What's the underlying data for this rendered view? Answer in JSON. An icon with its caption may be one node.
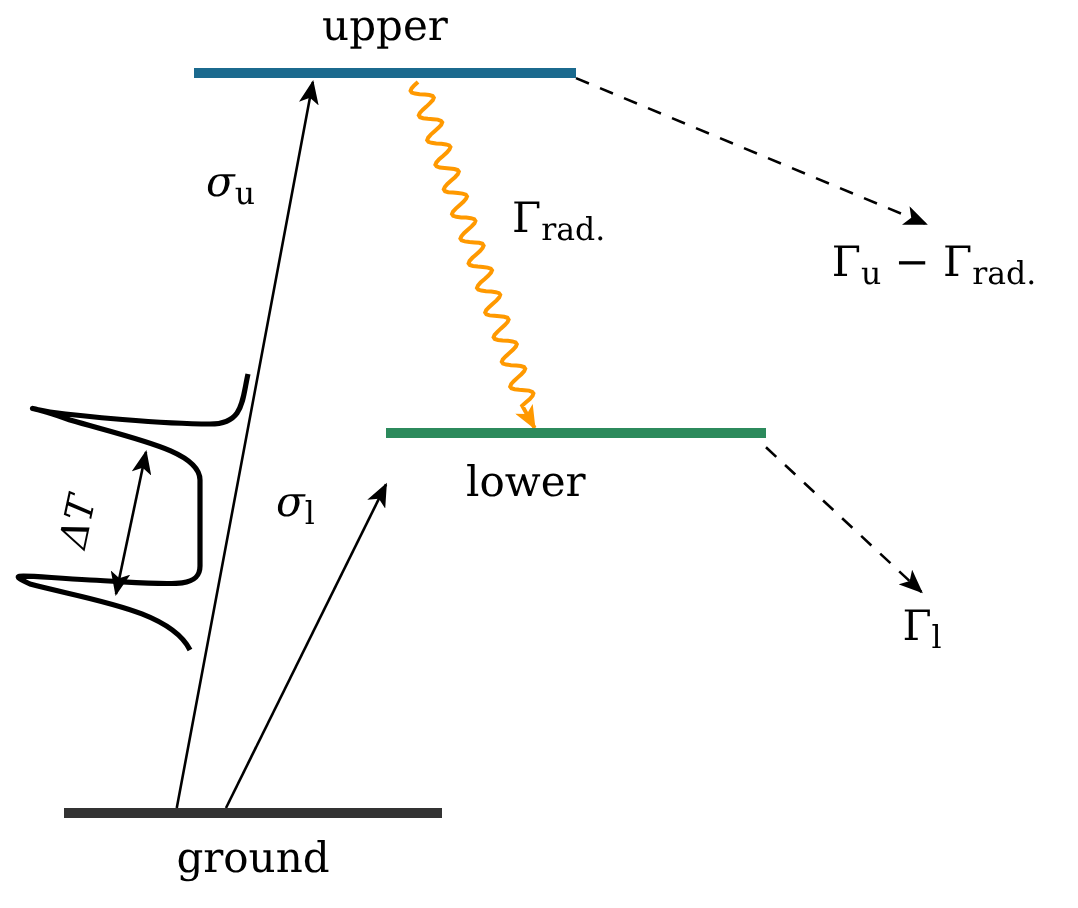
{
  "diagram": {
    "nodes": [
      {
        "text": [
          "upper"
        ]
      },
      {
        "text": [
          "lower"
        ]
      },
      {
        "text": [
          "ground"
        ]
      },
      {
        "text": [
          "Γ$_{u}$ − Γ$_{rad.}$"
        ]
      },
      {
        "text": [
          "Γ$_{l}$"
        ]
      }
    ],
    "edges": [
      {
        "from": 2,
        "to": 0,
        "arrow": "to",
        "label": "*σ*$_{u}$"
      },
      {
        "from": 2,
        "to": 1,
        "arrow": "to",
        "label": "*σ*$_{l}$"
      },
      {
        "from": 0,
        "to": 1,
        "arrow": "to",
        "label": "Γ$_{rad.}$",
        "color": "#ff9900"
      },
      {
        "from": 0,
        "to": 3,
        "arrow": "to",
        "style": "dashed"
      },
      {
        "from": 1,
        "to": 4,
        "arrow": "to",
        "style": "dashed"
      }
    ],
    "labels": [
      "ΔT"
    ]
  }
}
